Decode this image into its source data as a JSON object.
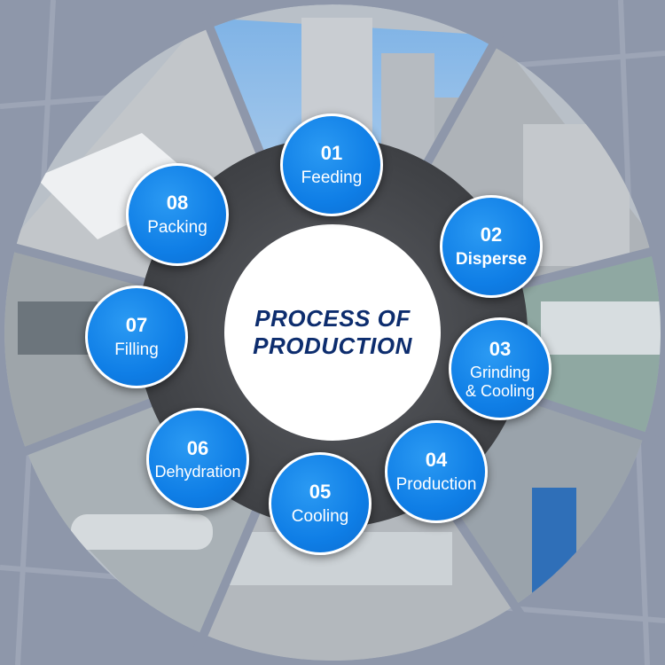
{
  "title_lines": [
    "PROCESS OF",
    "PRODUCTION"
  ],
  "steps": [
    {
      "num": "01",
      "label": "Feeding"
    },
    {
      "num": "02",
      "label": "Disperse"
    },
    {
      "num": "03",
      "label": "Grinding\n& Cooling"
    },
    {
      "num": "04",
      "label": "Production"
    },
    {
      "num": "05",
      "label": "Cooling"
    },
    {
      "num": "06",
      "label": "Dehydration"
    },
    {
      "num": "07",
      "label": "Filling"
    },
    {
      "num": "08",
      "label": "Packing"
    }
  ],
  "colors": {
    "accent_blue": "#1789ef",
    "title_navy": "#0d2d6e",
    "ring_dark": "#4f5156",
    "frame_grey": "#7f889c"
  }
}
